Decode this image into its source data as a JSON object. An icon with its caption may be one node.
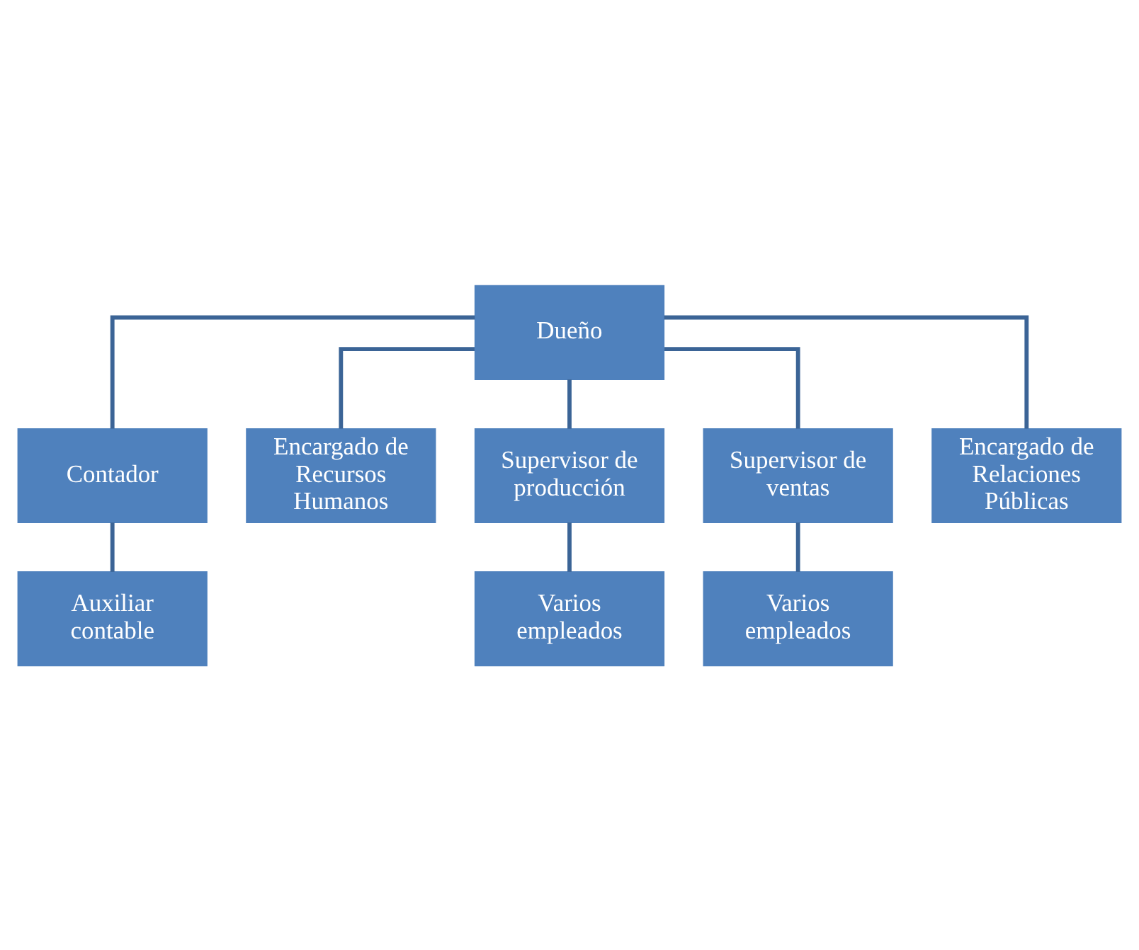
{
  "diagram": {
    "nodes": [
      {
        "text": [
          "Dueño"
        ]
      },
      {
        "text": [
          "Contador"
        ]
      },
      {
        "text": [
          "Encargado de Recursos Humanos"
        ]
      },
      {
        "text": [
          "Auxiliar contable"
        ]
      },
      {
        "text": [
          "Supervisor de producción"
        ]
      },
      {
        "text": [
          "Supervisor de ventas"
        ]
      },
      {
        "text": [
          "Encargado de Relaciones Públicas"
        ]
      },
      {
        "text": [
          "Varios empleados"
        ]
      },
      {
        "text": [
          "Varios empleados"
        ]
      }
    ],
    "edges": [
      {
        "from": 0,
        "to": 1,
        "arrow": "none"
      },
      {
        "from": 0,
        "to": 2,
        "arrow": "none"
      },
      {
        "from": 1,
        "to": 3,
        "arrow": "none"
      },
      {
        "from": 0,
        "to": 4,
        "arrow": "none"
      },
      {
        "from": 0,
        "to": 5,
        "arrow": "none"
      },
      {
        "from": 0,
        "to": 6,
        "arrow": "none"
      },
      {
        "from": 4,
        "to": 7,
        "arrow": "none"
      },
      {
        "from": 5,
        "to": 8,
        "arrow": "none"
      }
    ]
  }
}
